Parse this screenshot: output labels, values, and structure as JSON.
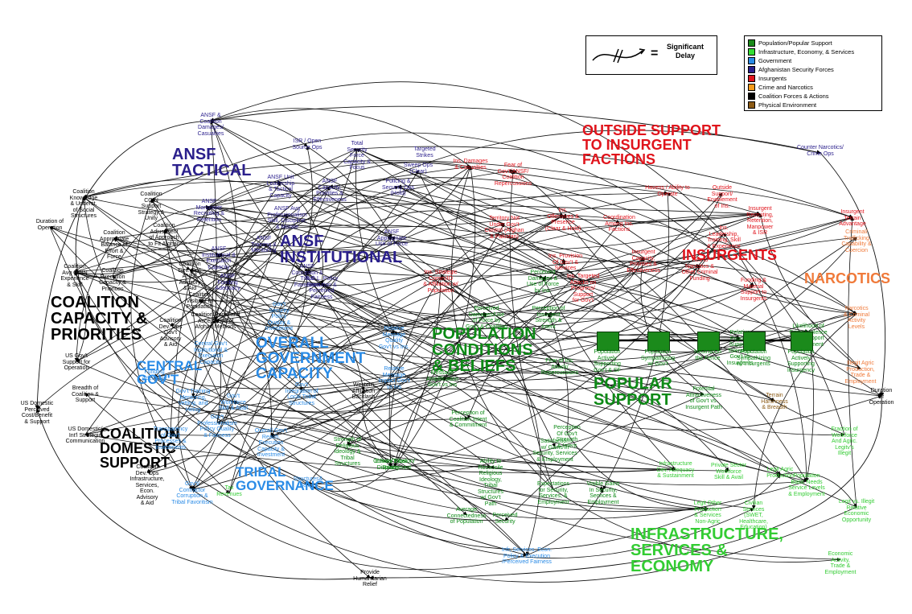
{
  "legend": {
    "delay_label": "Significant\nDelay",
    "equals": "=",
    "items": [
      {
        "label": "Population/Popular Support",
        "color": "#1b8a1b"
      },
      {
        "label": "Infrastructure, Economy, & Services",
        "color": "#33dd33"
      },
      {
        "label": "Government",
        "color": "#2a8be6"
      },
      {
        "label": "Afghanistan Security Forces",
        "color": "#2a1f8c"
      },
      {
        "label": "Insurgents",
        "color": "#e0141c"
      },
      {
        "label": "Crime and Narcotics",
        "color": "#f59a1a"
      },
      {
        "label": "Coalition Forces & Actions",
        "color": "#000000"
      },
      {
        "label": "Physical Environment",
        "color": "#8b5a14"
      }
    ]
  },
  "sections": {
    "ansf_tactical": "ANSF\nTACTICAL",
    "ansf_institutional": "ANSF\nINSTITUTIONAL",
    "outside_support": "OUTSIDE SUPPORT\nTO INSURGENT\nFACTIONS",
    "insurgents": "INSURGENTS",
    "narcotics": "NARCOTICS",
    "coalition_capacity": "COALITION\nCAPACITY &\nPRIORITIES",
    "overall_gov": "OVERALL\nGOVERNMENT\nCAPACITY",
    "population_conditions": "POPULATION\nCONDITIONS\n& BELIEFS",
    "central_gov": "CENTRAL\nGOV'T",
    "popular_support": "POPULAR\nSUPPORT",
    "coalition_domestic": "COALITION\nDOMESTIC\nSUPPORT",
    "tribal_governance": "TRIBAL\nGOVERNANCE",
    "infrastructure": "INFRASTRUCTURE,\nSERVICES &\nECONOMY"
  },
  "stocks": [
    {
      "label": "Population\nActively\nSupporting\nGov't & SF"
    },
    {
      "label": "Population\nSympathizing\nw/ Gov't"
    },
    {
      "label": "Neutral/On\nthe Fence"
    },
    {
      "label": "Population\nSympathizing\nw/ Insurgents"
    },
    {
      "label": "Population\nActively\nSupporting\nInsurgency"
    }
  ],
  "nodes": [
    {
      "text": "ANSF &\nCoalition\nDamages/\nCasualties",
      "group": "ansf"
    },
    {
      "text": "ISR / Open\nSource Ops",
      "group": "ansf"
    },
    {
      "text": "Total\nSecurity\nForce\nCapacity &\nFocus",
      "group": "ansf"
    },
    {
      "text": "Targeted\nStrikes",
      "group": "ansf"
    },
    {
      "text": "Sweep Ops\n(Clear)",
      "group": "ansf"
    },
    {
      "text": "Policing &\nSecurity Ops\n(Hold)",
      "group": "ansf"
    },
    {
      "text": "ANSF Unit\nLeadership\n& Tactical\nCapacity",
      "group": "ansf"
    },
    {
      "text": "ANSF\nCapacity,\nPriorities &\nEffectiveness",
      "group": "ansf"
    },
    {
      "text": "ANSF\nManpower\nRecruiting &\nRetention",
      "group": "ansf"
    },
    {
      "text": "ANSF Avg\nProfessionalism\nSkill, Discipline,\n& Morale",
      "group": "ansf"
    },
    {
      "text": "ANSF\nTraining &\nMentoring",
      "group": "ansf"
    },
    {
      "text": "ANSF\nInstitutional &\nExecution\nCapacity",
      "group": "ansf"
    },
    {
      "text": "ANSF\nAppropriate\nUse of Force",
      "group": "ansf"
    },
    {
      "text": "ANSF\nFunding\nAdequacy",
      "group": "ansf"
    },
    {
      "text": "ANSF\nCorruption &\nTribal\nFavoritism",
      "group": "ansf"
    },
    {
      "text": "R.O.L. Policy\nExecution &\nPerceived\nFairness",
      "group": "ansf"
    },
    {
      "text": "Ins. Damages\n& Casualties",
      "group": "ins"
    },
    {
      "text": "Fear of\nGov't/ANSF/\nCoalition\nRepercussions",
      "group": "ins"
    },
    {
      "text": "Havens / Ability to\nOperate",
      "group": "ins"
    },
    {
      "text": "Outside\nSupport/\nEnablement\nof Ins.",
      "group": "ins"
    },
    {
      "text": "Coordination\nAmong Ins.\nFactions",
      "group": "ins"
    },
    {
      "text": "Territory Not\nUnder Gov't\nControl (Afghan\n& Pakistan)",
      "group": "ins"
    },
    {
      "text": "Ins.\nOffensives &\nPresence\n(Clear & Hold)",
      "group": "ins"
    },
    {
      "text": "Ins.\nLeadership,\nTraining, Skill\n& Experience",
      "group": "ins"
    },
    {
      "text": "Insurgent\nRecruiting,\nRetention,\nManpower\n& ISR",
      "group": "ins"
    },
    {
      "text": "Ins. Provision\nOf Gov't &\nServices",
      "group": "ins"
    },
    {
      "text": "Insurgent\nCapacity,\nPriorities &\nEffectiveness",
      "group": "ins"
    },
    {
      "text": "Ties to\nNarcotics &\nOther Criminal\nFunding",
      "group": "ins"
    },
    {
      "text": "Funding &\nMaterial\nSupport to\nInsurgents",
      "group": "ins"
    },
    {
      "text": "Ins. Strategic\nComm/IO\n& Affiliation w/\nPopulation",
      "group": "ins"
    },
    {
      "text": "Ins. Targeted\nAttacks on\nProgress/\nSupport\nfor Gov't",
      "group": "ins"
    },
    {
      "text": "Counter Narcotics/\nCrime Ops",
      "group": "ansf"
    },
    {
      "text": "Insurgent\nTerrain\nAdvantage",
      "group": "ins"
    },
    {
      "text": "Criminal/\nTrafficking\nCapability &\nCoercion",
      "group": "nar"
    },
    {
      "text": "Narcotics\n& Criminal\nActivity\nLevels",
      "group": "nar"
    },
    {
      "text": "Illegit Agric\nProduction,\nTrade &\nEmployment",
      "group": "nar"
    },
    {
      "text": "Terrain\nHarshness\n& Breadth",
      "group": "env"
    },
    {
      "text": "Duration\nof\nOperation",
      "group": "coa"
    },
    {
      "text": "Coalition\nKnowledge\n& Underst.\nof Social\nStructures",
      "group": "coa"
    },
    {
      "text": "Coalition\nCOIN\nSupport\nStrategy &\nUnity",
      "group": "coa"
    },
    {
      "text": "Duration of\nOperation",
      "group": "coa"
    },
    {
      "text": "Coalition\nAppropriate\nBalance of\nEffort &\nForce",
      "group": "coa"
    },
    {
      "text": "Coalition\nAdjustment\nof Approach\nto Fit Afghan",
      "group": "coa"
    },
    {
      "text": "Coalition\nAvg COIN\nExperience\n& Skill",
      "group": "coa"
    },
    {
      "text": "Coalition\nExecution\nCapacity &\nPriorities",
      "group": "coa"
    },
    {
      "text": "Coalition\nDev. Ops\nANSF\nAdvisory\n& Aid",
      "group": "coa"
    },
    {
      "text": "Coalition\nVisibility to\nPopulation",
      "group": "coa"
    },
    {
      "text": "Coalition\nDev. Ops\nGov't\nAdvisory\n& Aid",
      "group": "coa"
    },
    {
      "text": "Coalition/Homeland\nAcceptance of\nAfghan Methods",
      "group": "coa"
    },
    {
      "text": "US Gov't\nSupport for\nOperation",
      "group": "coa"
    },
    {
      "text": "Breadth of\nCoalition &\nSupport",
      "group": "coa"
    },
    {
      "text": "US Domestic\nPerceived\nCost/Benefit\n& Support",
      "group": "coa"
    },
    {
      "text": "US Domestic/\nInt'l Strategic\nCommunication",
      "group": "coa"
    },
    {
      "text": "Coalition\nDev. Ops\nInfrastructure,\nServices,\nEcon.\nAdvisory\n& Aid",
      "group": "coa"
    },
    {
      "text": "Gov't\nSecurity\nPolicy\nQuality &\nInvestment",
      "group": "gov"
    },
    {
      "text": "Relative\nMessage\nQuality\nGov't vs Ins.",
      "group": "gov"
    },
    {
      "text": "Relative\nMessage\nImpact Gov't\nvs Ins",
      "group": "gov"
    },
    {
      "text": "Central Gov't\nInstitutional &\nExecution\nCapacity",
      "group": "gov"
    },
    {
      "text": "Funding\nAdequacy",
      "group": "gov"
    },
    {
      "text": "Gov't Training\nMentoring,\nVetting, and\nHiring",
      "group": "gov"
    },
    {
      "text": "Gov't\nWorkforce\nSkill & Avail",
      "group": "gov"
    },
    {
      "text": "Transparency\nof Gov't\nProcesses &\nInvestments",
      "group": "gov"
    },
    {
      "text": "Gov't\nProfessionalism\nPolicy Quality\n& Fairness",
      "group": "gov"
    },
    {
      "text": "Overall Gov't\nReach,\nExecution\nCapacity &\nInvestment",
      "group": "gov"
    },
    {
      "text": "Gov't\nIntegration of\nLocal Tribal\nStructures",
      "group": "gov"
    },
    {
      "text": "Gov't/\nContractor\nCorruption &\nTribal Favoritism",
      "group": "gov"
    },
    {
      "text": "Structures&\nBeliefs",
      "group": "gov"
    },
    {
      "text": "Tax\nRevenues",
      "group": "inf"
    },
    {
      "text": "Western\nAffiliation\nBacklash",
      "group": "coa"
    },
    {
      "text": "Provide\nHumanitarian\nRelief",
      "group": "coa"
    },
    {
      "text": "Perceived\nDamages/Use\nof Force by\nGov't & Coalition",
      "group": "pop"
    },
    {
      "text": "Perceived\nDamages &\nUse of Force\nby Ins.",
      "group": "pop"
    },
    {
      "text": "Perception of\nInsurgent\nStrength &\nIntent",
      "group": "pop"
    },
    {
      "text": "Message\nAmplification\nGov't vs Ins",
      "group": "pop"
    },
    {
      "text": "Fear of Ins.\nAttack/\nRepercussions",
      "group": "pop"
    },
    {
      "text": "Perception of\nCoalition Intent\n& Commitment",
      "group": "pop"
    },
    {
      "text": "Perception\nOf Gov't\nStrength\n& Intent",
      "group": "pop"
    },
    {
      "text": "Strength of\nReligious\nIdeology &\nTribal\nStructures",
      "group": "pop"
    },
    {
      "text": "Cultural Erosion/\nDisplacement",
      "group": "pop"
    },
    {
      "text": "Ability to\nReconcile\nReligious\nIdeology,\nTribal\nStructures\nw/ Gov't\nPath",
      "group": "pop"
    },
    {
      "text": "Ethnic/Tribal\nRivalry",
      "group": "pop"
    },
    {
      "text": "Satisfaction\nw/ Gains in\nSecurity, Services\n& Employment",
      "group": "pop"
    },
    {
      "text": "Expectations\nfor Security,\nServices, &\nEmployment",
      "group": "pop"
    },
    {
      "text": "Visible Gains\nIn Security,\nServices &\nEmployment",
      "group": "pop"
    },
    {
      "text": "Average\nConnectedness\nof Population",
      "group": "pop"
    },
    {
      "text": "Perceived\nSecurity",
      "group": "pop"
    },
    {
      "text": "Relative\nPopular\nSupport/\nTolerance\nGov't vs\nInsurgents",
      "group": "pop"
    },
    {
      "text": "Likelihood of\nCrime/Violence\n/Ins. Support\nfor Payment",
      "group": "pop"
    },
    {
      "text": "Potential\nAttractiveness\nof Gov't vs.\nInsurgent Path",
      "group": "pop"
    },
    {
      "text": "Infrastructure\nDev. Adequacy\n& Sustainment",
      "group": "inf"
    },
    {
      "text": "Private Sector\nWorkforce\nSkill & Avail",
      "group": "inf"
    },
    {
      "text": "Legit Agric\nProduction",
      "group": "inf"
    },
    {
      "text": "Fraction of\nWorkforce\nAnd Agric.\nLegitv's\nIllegit",
      "group": "inf"
    },
    {
      "text": "Population\nBasic Needs\nService Levels\n& Employment",
      "group": "inf"
    },
    {
      "text": "Legit vs. Illegit\nRelative\nEconomic\nOpportunity",
      "group": "inf"
    },
    {
      "text": "Legit Other\nProduction\n& Services\nNon-Agric",
      "group": "inf"
    },
    {
      "text": "Civilian\nServices\n(SWET,\nHealthcare,\nEducation)",
      "group": "inf"
    },
    {
      "text": "Economic\nActivity,\nTrade &\nEmployment",
      "group": "inf"
    },
    {
      "text": "Infr, Services, Econ.\nPolicy & Execution\n/Perceived Fairness",
      "group": "gov"
    }
  ]
}
